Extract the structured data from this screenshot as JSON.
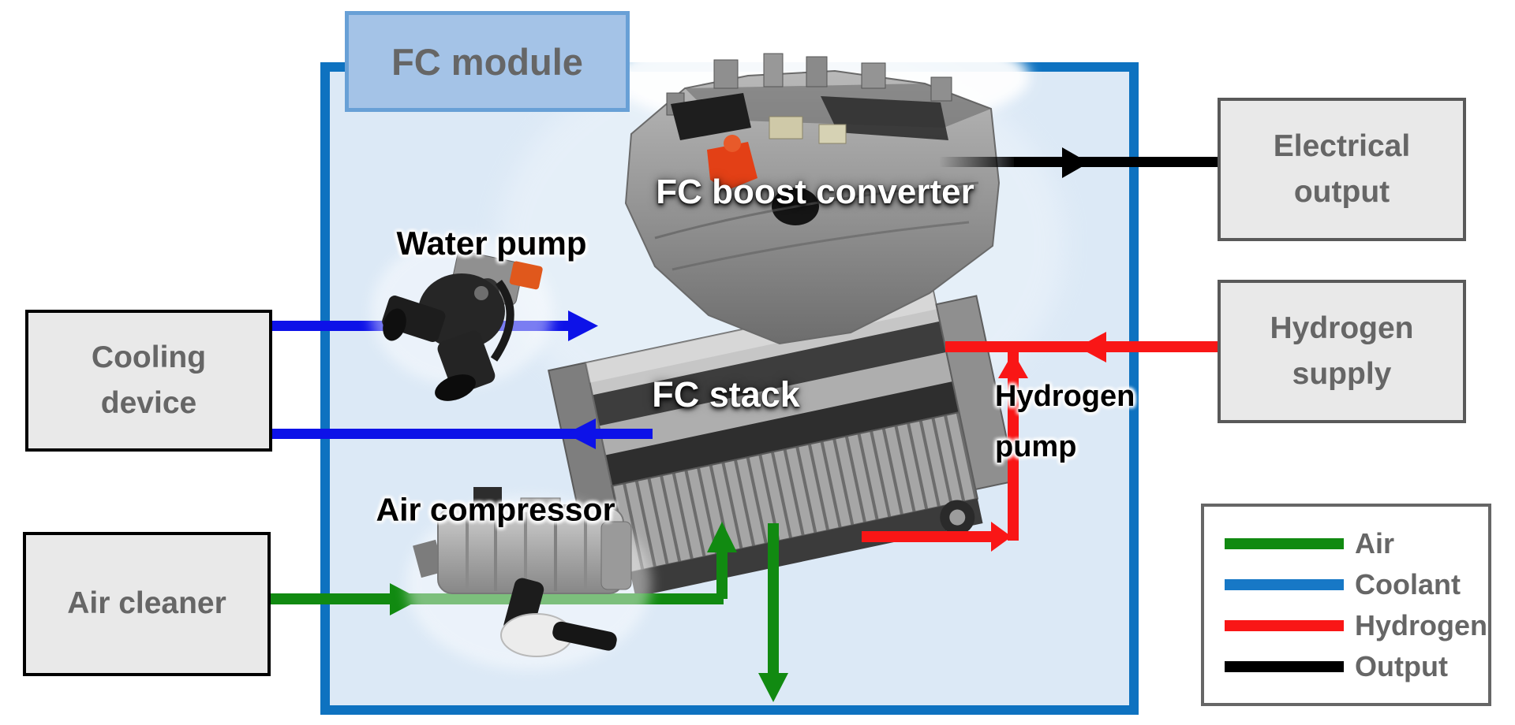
{
  "module": {
    "label": "FC module"
  },
  "labels": {
    "boost_converter": "FC boost converter",
    "fc_stack": "FC stack",
    "water_pump": "Water pump",
    "air_compressor": "Air compressor",
    "hydrogen_pump": {
      "line1": "Hydrogen",
      "line2": "pump"
    }
  },
  "boxes": {
    "cooling_device": {
      "line1": "Cooling",
      "line2": "device"
    },
    "air_cleaner": {
      "line1": "Air cleaner"
    },
    "electrical_output": {
      "line1": "Electrical",
      "line2": "output"
    },
    "hydrogen_supply": {
      "line1": "Hydrogen",
      "line2": "supply"
    }
  },
  "legend": {
    "items": [
      {
        "label": "Air",
        "color": "#118a11"
      },
      {
        "label": "Coolant",
        "color": "#1778c6"
      },
      {
        "label": "Hydrogen",
        "color": "#f91616"
      },
      {
        "label": "Output",
        "color": "#000000"
      }
    ]
  },
  "colors": {
    "air_line": "#118a11",
    "coolant_line": "#0d12e8",
    "hydrogen_line": "#f91616",
    "output_line": "#000000",
    "module_border": "#0e72c0",
    "module_fill": "#dce9f6",
    "label_fill": "#a4c3e7",
    "label_border": "#68a0d6",
    "box_fill": "#e9e9e9",
    "text_gray": "#666666"
  }
}
